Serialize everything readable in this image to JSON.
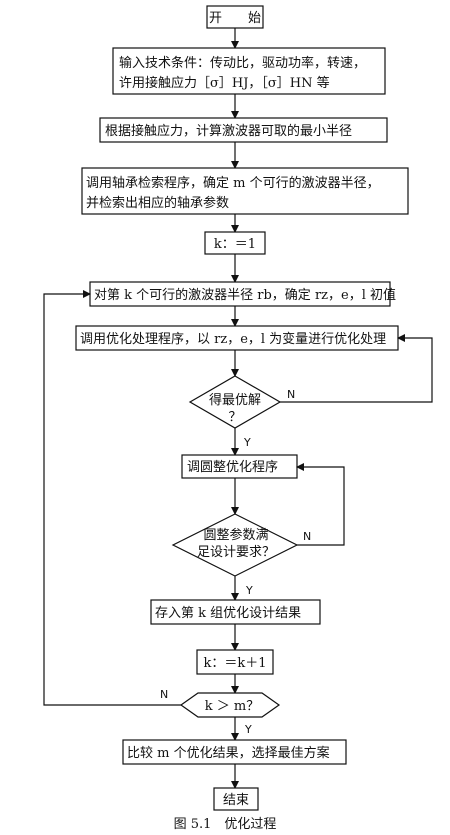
{
  "diagram": {
    "nodes": {
      "start": "开　　始",
      "input_line1": "输入技术条件：传动比，驱动功率，转速，",
      "input_line2": "许用接触应力［σ］HJ，［σ］HN 等",
      "min_radius": "根据接触应力，计算激波器可取的最小半径",
      "bearing_line1": "调用轴承检索程序，确定 m 个可行的激波器半径，",
      "bearing_line2": "并检索出相应的轴承参数",
      "k_init": "k：＝1",
      "initial_values": "对第 k 个可行的激波器半径 rb，确定 rz，e，l 初值",
      "optimize": "调用优化处理程序，以 rz，e，l 为变量进行优化处理",
      "optimal_line1": "得最优解",
      "optimal_line2": "？",
      "rounding": "调圆整优化程序",
      "satisfy_line1": "圆整参数满",
      "satisfy_line2": "足设计要求？",
      "store": "存入第 k 组优化设计结果",
      "k_inc": "k：＝k＋1",
      "k_cmp": "k ＞ m？",
      "compare": "比较 m 个优化结果，选择最佳方案",
      "end": "结束"
    },
    "labels": {
      "optimal_no": "N",
      "optimal_yes": "Y",
      "satisfy_no": "N",
      "satisfy_yes": "Y",
      "kcmp_no": "N",
      "kcmp_yes": "Y"
    },
    "caption": "图 5.1　优化过程"
  }
}
